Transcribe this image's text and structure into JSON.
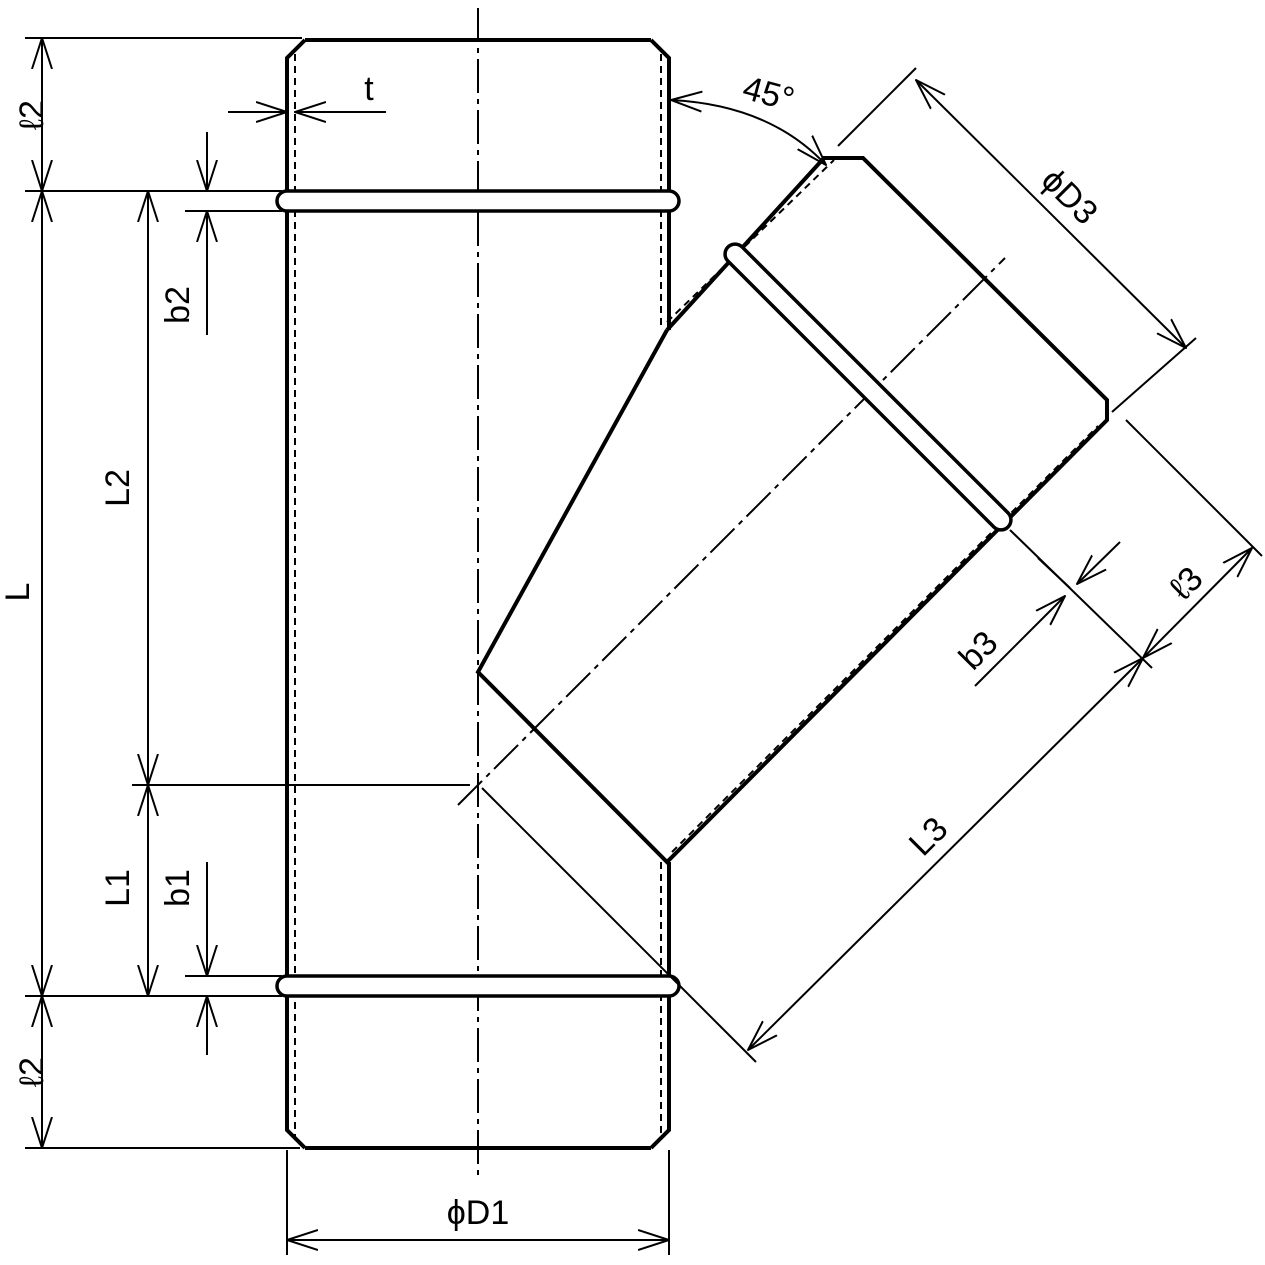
{
  "labels": {
    "l2_top": "ℓ2",
    "l2_bottom": "ℓ2",
    "t": "t",
    "b2": "b2",
    "L2": "L2",
    "L": "L",
    "L1": "L1",
    "b1": "b1",
    "D1": "ϕD1",
    "angle": "45°",
    "D3": "ϕD3",
    "l3": "ℓ3",
    "b3": "b3",
    "L3": "L3"
  },
  "colors": {
    "line": "#000000",
    "background": "#ffffff"
  }
}
